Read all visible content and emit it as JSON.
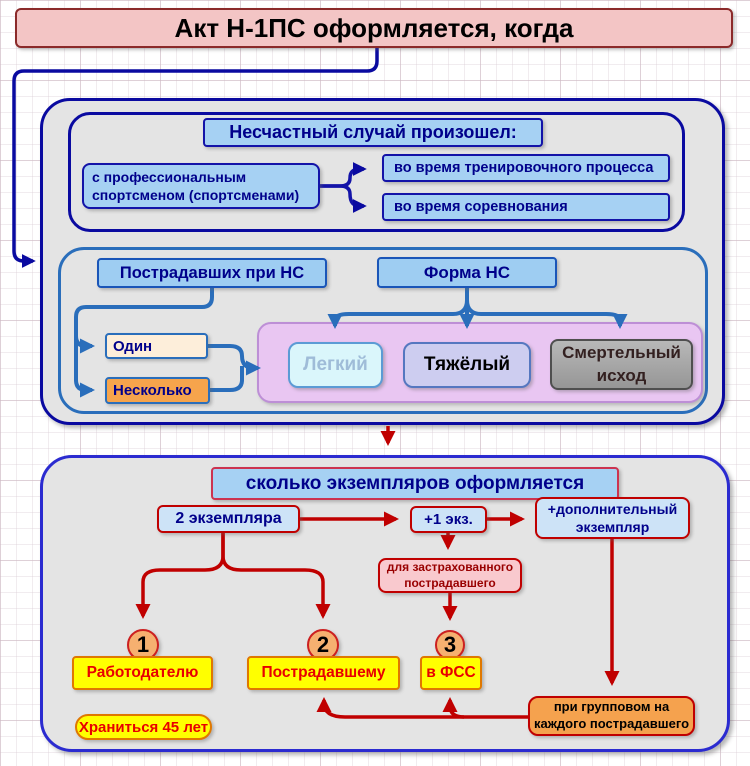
{
  "title": "Акт Н-1ПС оформляется, когда",
  "colors": {
    "title_bg": "#f3c5c5",
    "title_border": "#8b2a2a",
    "navy": "#0a0aa0",
    "medium_blue": "#2a6ebb",
    "light_blue_fill": "#a6d1f3",
    "red": "#c00000",
    "yellow": "#ffff00",
    "orange": "#f5a24e",
    "pink_container": "#e9c6f2",
    "gray_panel": "#e4e4e4"
  },
  "section_accident": {
    "header": "Несчастный случай произошел:",
    "subject": "с профессиональным\nспортсменом (спортсменами)",
    "during_training": "во время тренировочного процесса",
    "during_competition": "во время соревнования"
  },
  "section_victims": {
    "header": "Пострадавших при НС",
    "one": "Один",
    "several": "Несколько"
  },
  "section_form": {
    "header": "Форма НС",
    "light": "Легкий",
    "severe": "Тяжёлый",
    "fatal": "Смертельный\nисход"
  },
  "section_copies": {
    "header": "сколько экземпляров оформляется",
    "two_copies": "2 экземпляра",
    "plus_one": "+1 экз.",
    "plus_additional": "+дополнительный\nэкземпляр",
    "insured_note": "для застрахованного\nпострадавшего",
    "copy1": {
      "num": "1",
      "label": "Работодателю",
      "note": "Храниться 45 лет"
    },
    "copy2": {
      "num": "2",
      "label": "Пострадавшему"
    },
    "copy3": {
      "num": "3",
      "label": "в ФСС"
    },
    "group_note": "при групповом на\nкаждого пострадавшего"
  }
}
